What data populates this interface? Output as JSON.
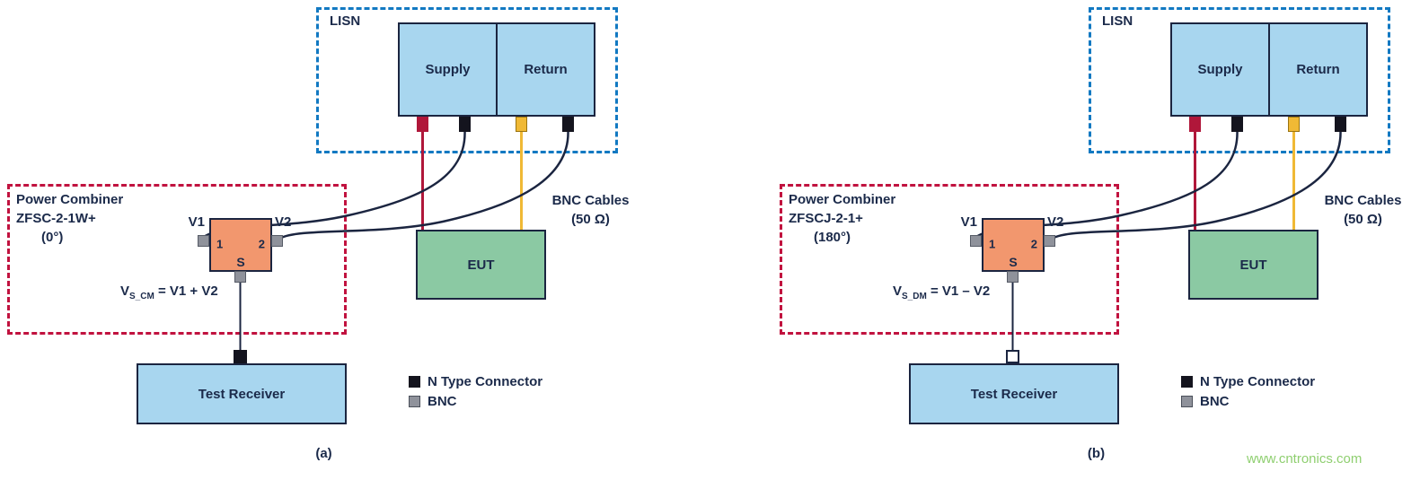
{
  "watermark": "www.cntronics.com",
  "colors": {
    "dark_navy_text": "#1b2a4a",
    "box_border_navy": "#1b2540",
    "lisn_dashed_blue": "#1279c2",
    "combiner_dashed_red": "#c1123f",
    "lisn_box_blue": "#a8d6ef",
    "eut_green": "#8bc9a3",
    "combiner_orange": "#f2976e",
    "connector_red": "#b0173a",
    "connector_yellow": "#f0b935",
    "connector_black": "#14141e",
    "connector_gray_bnc": "#8f929b",
    "watermark_green": "#8fcf70"
  },
  "diagrams": [
    {
      "caption": "(a)",
      "lisn": {
        "label": "LISN",
        "supply_label": "Supply",
        "return_label": "Return"
      },
      "combiner": {
        "name_line1": "Power Combiner",
        "name_line2": "ZFSC-2-1W+",
        "name_line3": "(0°)",
        "port_left": "1",
        "port_right": "2",
        "port_sum": "S",
        "input_left": "V1",
        "input_right": "V2"
      },
      "formula": {
        "prefix": "V",
        "subscript": "S_CM",
        "rest": " = V1 + V2"
      },
      "eut_label": "EUT",
      "bnc_cables": {
        "line1": "BNC Cables",
        "line2": "(50 Ω)"
      },
      "receiver_label": "Test Receiver",
      "receiver_connector": "black N type",
      "legend": {
        "n_type_label": "N Type Connector",
        "bnc_label": "BNC"
      }
    },
    {
      "caption": "(b)",
      "lisn": {
        "label": "LISN",
        "supply_label": "Supply",
        "return_label": "Return"
      },
      "combiner": {
        "name_line1": "Power Combiner",
        "name_line2": "ZFSCJ-2-1+",
        "name_line3": "(180°)",
        "port_left": "1",
        "port_right": "2",
        "port_sum": "S",
        "input_left": "V1",
        "input_right": "V2"
      },
      "formula": {
        "prefix": "V",
        "subscript": "S_DM",
        "rest": " = V1 – V2"
      },
      "eut_label": "EUT",
      "bnc_cables": {
        "line1": "BNC Cables",
        "line2": "(50 Ω)"
      },
      "receiver_label": "Test Receiver",
      "receiver_connector": "white open",
      "legend": {
        "n_type_label": "N Type Connector",
        "bnc_label": "BNC"
      }
    }
  ]
}
